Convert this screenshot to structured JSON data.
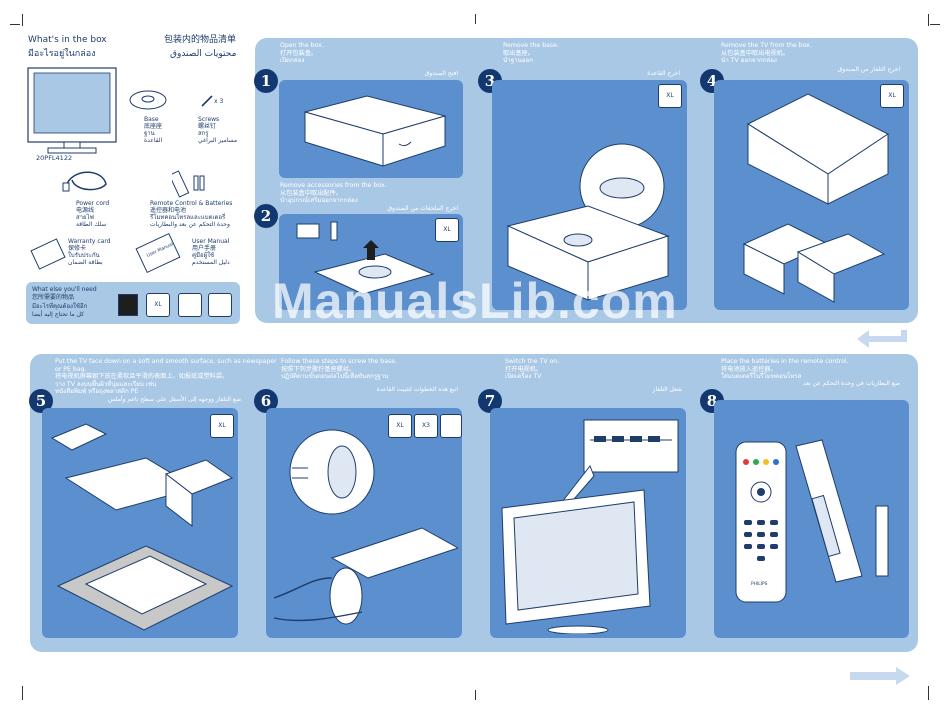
{
  "box_section": {
    "title_en": "What's in the box",
    "title_th": "มีอะไรอยู่ในกล่อง",
    "title_zh": "包装内的物品清单",
    "title_ar": "محتويات الصندوق",
    "tv_model": "20PFL4122",
    "base_label": "Base\n底座座\nฐาน\nالقاعدة",
    "screws_label": "Screws\n螺丝钉\nสกรู\nمسامير البراغي",
    "screws_count": "x 3",
    "power_label": "Power cord\n电源线\nสายไฟ\nسلك الطاقة",
    "remote_label": "Remote Control & Batteries\n遥控器和电池\nรีโมทคอนโทรลและแบตเตอรี่\nوحدة التحكم عن بعد والبطاريات",
    "warranty_label": "Warranty card\n保修卡\nใบรับประกัน\nبطاقة الضمان",
    "manual_label": "User Manual\n用户手册\nคู่มือผู้ใช้\nدليل المستخدم",
    "manual_cover": "User Manual",
    "need_label": "What else you'll need\n您所需要的物品\nมีอะไรที่คุณต้องใช้อีก\nكل ما تحتاج إليه أيضا",
    "icon_xl": "XL"
  },
  "steps": [
    {
      "num": "1",
      "title": "Open the box.\n打开包装盒。\nเปิดกล่อง",
      "arabic": "افتح الصندوق"
    },
    {
      "num": "2",
      "title": "Remove accessories from the box.\n从包装盒中取出配件。\nนำอุปกรณ์เสริมออกจากกล่อง",
      "arabic": "اخرج الملحقات من الصندوق",
      "icon": "XL"
    },
    {
      "num": "3",
      "title": "Remove the base.\n取出基座。\nนำฐานออก",
      "arabic": "اخرج القاعدة",
      "icon": "XL"
    },
    {
      "num": "4",
      "title": "Remove the TV from the box.\n从包装盒中取出电视机。\nนำ TV ออกจากกล่อง",
      "arabic": "اخرج التلفاز من الصندوق",
      "icon": "XL"
    },
    {
      "num": "5",
      "title": "Put the TV face down on a soft and smooth surface, such as newspaper\nor PE bag.\n将电视机屏幕朝下放在柔软且平滑的表面上，如报纸或塑料袋。\nวาง TV ลงบนพื้นผิวที่นุ่มและเรียบ เช่น\nหนังสือพิมพ์ หรือถุงพลาสติก PE",
      "arabic": "ضع التلفاز ووجهه إلى الأسفل على سطح ناعم وأملس",
      "icon": "XL"
    },
    {
      "num": "6",
      "title": "Follow these steps to screw the base.\n按照下列步骤拧基座螺丝。\nปฏิบัติตามขั้นตอนต่อไปนี้เพื่อขันสกรูฐาน",
      "arabic": "اتبع هذه الخطوات لتثبيت القاعدة",
      "icon": "XL",
      "icon2": "X3"
    },
    {
      "num": "7",
      "title": "Switch the TV on.\n打开电视机。\nเปิดเครื่อง TV",
      "arabic": "شغل التلفاز"
    },
    {
      "num": "8",
      "title": "Place the batteries in the remote control.\n将电池放入遥控器。\nใส่แบตเตอรี่ในรีโมทคอนโทรล",
      "arabic": "ضع البطاريات في وحدة التحكم عن بعد"
    }
  ],
  "watermark": "ManualsLib.com",
  "remote_brand": "PHILIPS",
  "colors": {
    "panel": "#a9c8e6",
    "inner": "#5b8fcd",
    "step_circle": "#13386f",
    "ink": "#1e3d6b",
    "arrow": "#c7d9ee"
  }
}
